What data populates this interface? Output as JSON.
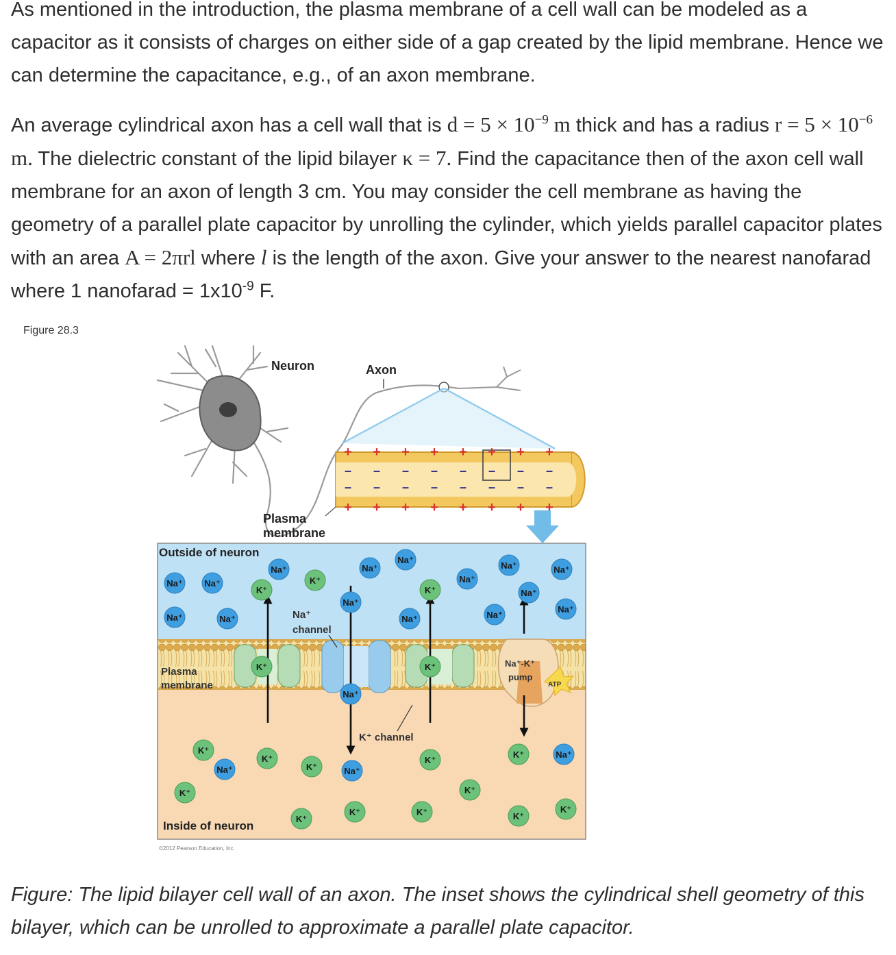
{
  "problem": {
    "p1": "As mentioned in the introduction, the plasma membrane of a cell wall can be modeled as a capacitor as it consists of charges on either side of a gap created by the lipid membrane. Hence we can determine the capacitance, e.g., of an axon membrane.",
    "p2_a": "An average cylindrical axon has a cell wall that is ",
    "d_eq": "d = 5 × 10",
    "d_exp": "−9",
    "d_unit": " m",
    "p2_b": " thick and has a radius ",
    "r_eq": "r = 5 × 10",
    "r_exp": "−6",
    "r_unit": " m.",
    "p2_c": " The dielectric constant of the lipid bilayer ",
    "k_eq": "κ = 7.",
    "p2_d": " Find the capacitance then of the axon cell wall membrane for an axon of length 3 cm.  You may consider the cell membrane as having the geometry of a parallel plate capacitor by unrolling the cylinder, which yields parallel capacitor plates with an area ",
    "a_eq": "A = 2πrl",
    "p2_e": " where ",
    "l_sym": "l",
    "p2_f": " is the length of the axon. Give your answer to the nearest nanofarad where 1 nanofarad = 1x10",
    "nf_exp": "-9",
    "p2_g": " F."
  },
  "figure": {
    "label": "Figure 28.3",
    "neuron": "Neuron",
    "axon": "Axon",
    "plasma_membrane_top": [
      "Plasma",
      "membrane"
    ],
    "outside": "Outside of neuron",
    "inside": "Inside of neuron",
    "plasma_membrane_side": [
      "Plasma",
      "membrane"
    ],
    "na_channel": [
      "Na⁺",
      "channel"
    ],
    "k_channel": "K⁺ channel",
    "pump": [
      "Na⁺-K⁺",
      "pump"
    ],
    "atp": "ATP",
    "na": "Na⁺",
    "k": "K⁺",
    "plus": "+",
    "minus": "–",
    "copyright": "©2012 Pearson Education, Inc."
  },
  "caption": "Figure: The lipid bilayer cell wall of an axon.  The inset shows the cylindrical shell geometry of this bilayer, which can be unrolled to approximate a parallel plate capacitor."
}
